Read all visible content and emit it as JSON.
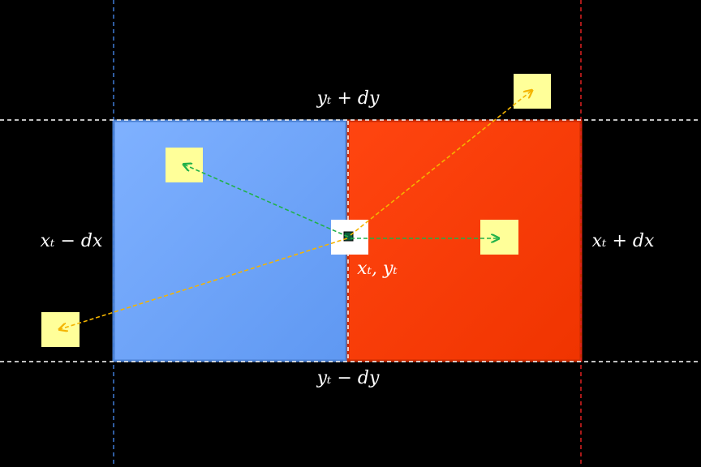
{
  "labels": {
    "top": "yₜ + dy",
    "bottom": "yₜ − dy",
    "left": "xₜ − dx",
    "right": "xₜ + dx",
    "center": "xₜ, yₜ"
  },
  "colors": {
    "background": "#000000",
    "left_region": "#6ea5ff",
    "right_region": "#ff3a05",
    "target_box": "#ffff99",
    "center_box": "#ffffff",
    "center_marker": "#0b5a3a",
    "boundary_dashed": "#ffffff",
    "left_vertical_line": "#3f7bd6",
    "right_vertical_line": "#e02020",
    "green_arrow": "#21b14a",
    "orange_arrow": "#f4b400"
  },
  "arrows": [
    {
      "name": "green-arrow-left-target",
      "color": "green"
    },
    {
      "name": "green-arrow-right-target",
      "color": "green"
    },
    {
      "name": "orange-arrow-top-target",
      "color": "orange"
    },
    {
      "name": "orange-arrow-bottom-left-target",
      "color": "orange"
    }
  ]
}
